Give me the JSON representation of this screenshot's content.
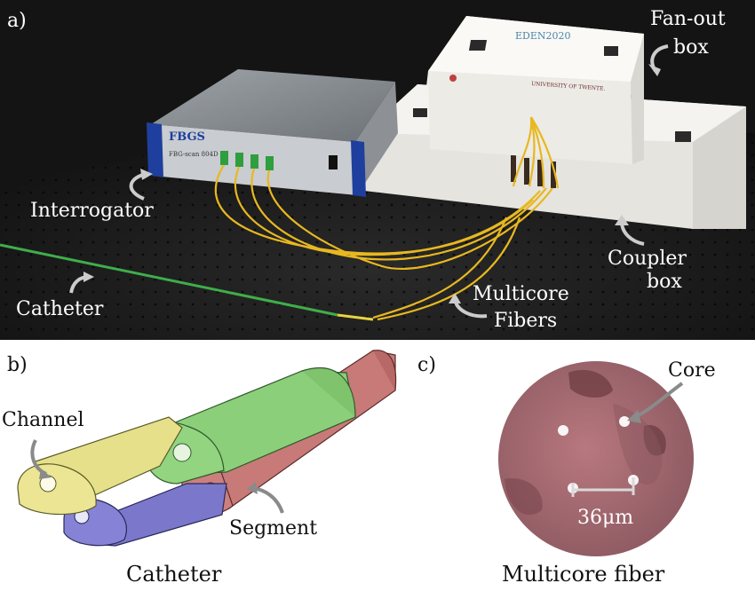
{
  "panel_a": {
    "letter": "a)",
    "labels": {
      "fanout_line1": "Fan-out",
      "fanout_line2": "box",
      "interrogator": "Interrogator",
      "catheter": "Catheter",
      "coupler_line1": "Coupler",
      "coupler_line2": "box",
      "multicore_line1": "Multicore",
      "multicore_line2": "Fibers"
    },
    "device_text": {
      "brand": "FBGS",
      "model": "FBG-scan 804D",
      "box_logo": "EDEN2020",
      "university": "UNIVERSITY OF TWENTE."
    }
  },
  "panel_b": {
    "letter": "b)",
    "labels": {
      "channel": "Channel",
      "segment": "Segment"
    },
    "caption": "Catheter"
  },
  "panel_c": {
    "letter": "c)",
    "labels": {
      "core": "Core",
      "scale": "36μm"
    },
    "caption": "Multicore fiber"
  },
  "colors": {
    "photo_bg": "#141414",
    "fiber_yellow": "#e8b820",
    "catheter_green": "#3fae4a",
    "segment_yellow": "#e6e08a",
    "segment_green": "#8ccf7a",
    "segment_blue": "#7b78cc",
    "segment_red": "#c87a78",
    "fiber_face": "#a86a72"
  }
}
